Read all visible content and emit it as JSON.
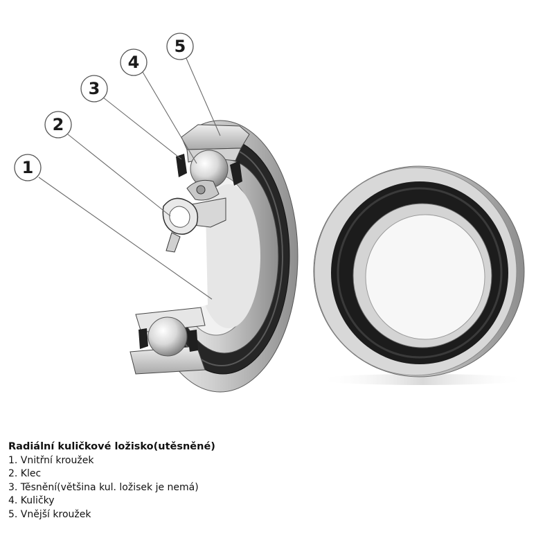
{
  "callouts": [
    {
      "number": "1"
    },
    {
      "number": "2"
    },
    {
      "number": "3"
    },
    {
      "number": "4"
    },
    {
      "number": "5"
    }
  ],
  "caption": {
    "title": "Radiální kuličkové ložisko(utěsněné)",
    "items": [
      "1. Vnitřní kroužek",
      "2. Klec",
      "3. Těsnění(většina kul. ložisek je nemá)",
      "4. Kuličky",
      "5. Vnější kroužek"
    ]
  }
}
